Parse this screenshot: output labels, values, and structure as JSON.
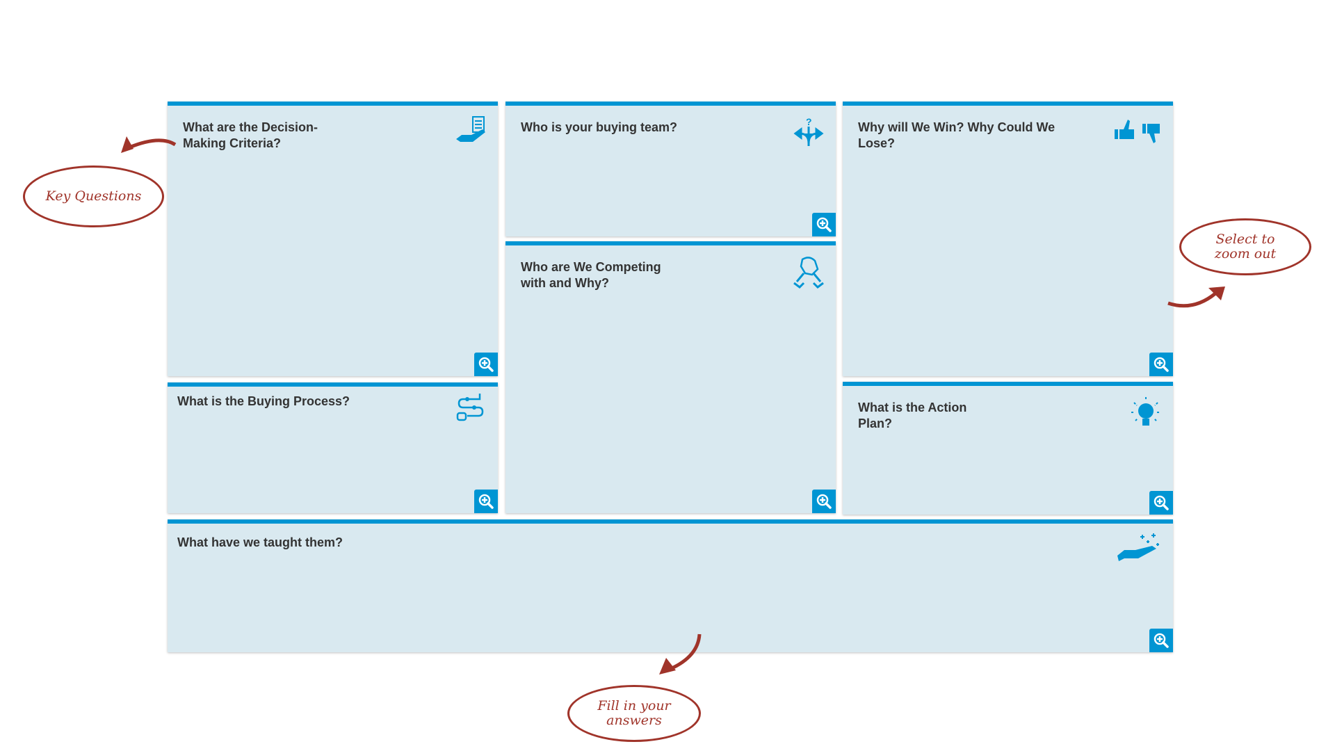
{
  "cards": [
    {
      "title": "What are the Decision-Making Criteria?",
      "icon": "checklist-hand-icon"
    },
    {
      "title": "Who is your buying team?",
      "icon": "decision-arrows-icon"
    },
    {
      "title": "Why will We Win? Why Could We Lose?",
      "icon": "thumbs-up-down-icon"
    },
    {
      "title": "What is the Buying Process?",
      "icon": "process-flow-icon"
    },
    {
      "title": "Who are We Competing with and Why?",
      "icon": "arm-wrestling-icon"
    },
    {
      "title": "What is the Action Plan?",
      "icon": "lightbulb-puzzle-icon"
    },
    {
      "title": "What have we taught them?",
      "icon": "hand-sparkles-icon"
    }
  ],
  "annotations": {
    "key_questions": "Key Questions",
    "zoom_out": "Select to zoom out",
    "fill_in": "Fill in your answers"
  },
  "colors": {
    "accent": "#0095d3",
    "card_bg": "#d9e9f0",
    "annotation": "#a0342a"
  }
}
